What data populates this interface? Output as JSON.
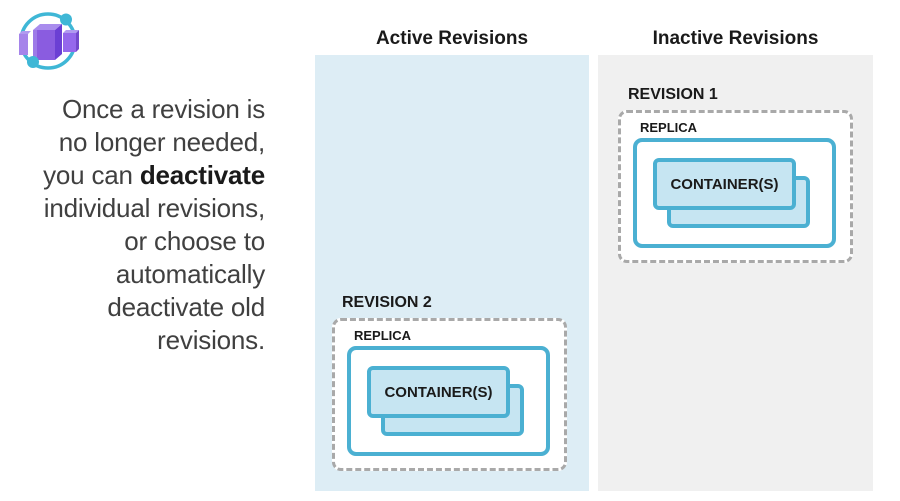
{
  "logo": {
    "name": "azure-container-apps-icon",
    "orbit_color": "#3fb7d6",
    "cube_color": "#8a5ce0"
  },
  "intro": {
    "line1": "Once a revision is",
    "line2": "no longer needed,",
    "line3_prefix": "you can ",
    "line3_bold": "deactivate",
    "line4": "individual revisions,",
    "line5": "or choose to",
    "line6": "automatically",
    "line7": "deactivate old",
    "line8": "revisions."
  },
  "columns": {
    "active": {
      "title": "Active Revisions",
      "panel_color": "#ddedf5"
    },
    "inactive": {
      "title": "Inactive Revisions",
      "panel_color": "#f0f0f0"
    }
  },
  "cards": {
    "active": {
      "revision_label": "REVISION 2",
      "replica_label": "REPLICA",
      "container_label": "CONTAINER(S)"
    },
    "inactive": {
      "revision_label": "REVISION 1",
      "replica_label": "REPLICA",
      "container_label": "CONTAINER(S)"
    }
  },
  "colors": {
    "accent_blue_border": "#4bb0d2",
    "container_fill": "#c6e5f2",
    "active_panel_bg": "#ddedf5",
    "inactive_panel_bg": "#f0f0f0",
    "dashed_border": "#a9a9a9",
    "heading_text": "#1a1a1a",
    "body_text": "#404040",
    "logo_purple": "#8a5ce0",
    "logo_teal": "#3fb7d6"
  }
}
